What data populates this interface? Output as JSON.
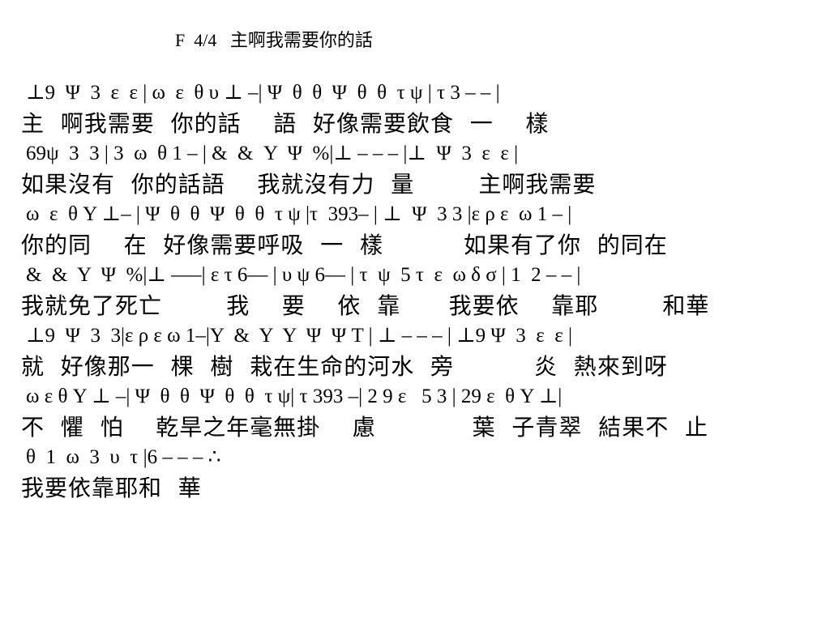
{
  "title": "F  4/4   主啊我需要你的話",
  "lines": [
    {
      "notation": "⊥9  Ψ  3  ε  ε | ω  ε  θ υ ⊥ –| Ψ  θ  θ  Ψ  θ  θ  τ ψ | τ 3 – – |",
      "lyric": "主  啊我需要  你的話    語  好像需要飲食  一    樣"
    },
    {
      "notation": "69ψ  3  3 | 3  ω  θ 1 – | &  &  Y  Ψ  %|⊥ – – – |⊥  Ψ  3  ε  ε |",
      "lyric": "如果沒有  你的話語    我就沒有力  量        主啊我需要"
    },
    {
      "notation": "ω  ε  θ Y ⊥– | Ψ  θ  θ  Ψ  θ  θ  τ ψ |τ  393– | ⊥  Ψ  3 3 |ε ρ ε  ω 1 – |",
      "lyric": "你的同    在  好像需要呼吸  一  樣          如果有了你  的同在"
    },
    {
      "notation": "&  &  Y  Ψ  %|⊥ –––| ε τ 6–– | υ ψ 6–– | τ  ψ  5 τ  ε  ω δ σ | 1  2 – – |",
      "lyric": "我就免了死亡        我    要    依  靠      我要依    靠耶        和華"
    },
    {
      "notation": "⊥9  Ψ  3  3|ε ρ ε ω 1–|Y  &  Y  Y  Ψ  Ψ T | ⊥ – – – | ⊥9 Ψ  3  ε  ε |",
      "lyric": "就  好像那一  棵  樹  栽在生命的河水  旁          炎  熱來到呀"
    },
    {
      "notation": "ω ε θ Y ⊥ –| Ψ  θ  θ  Ψ  θ  θ  τ ψ| τ 393 –| 2 9 ε   5 3 | 29 ε  θ Y ⊥|",
      "lyric": "不  懼  怕    乾旱之年毫無掛    慮            葉  子青翠  結果不  止"
    },
    {
      "notation": "θ  1  ω  3  υ  τ |6 – – – ∴",
      "lyric": "我要依靠耶和  華"
    }
  ]
}
